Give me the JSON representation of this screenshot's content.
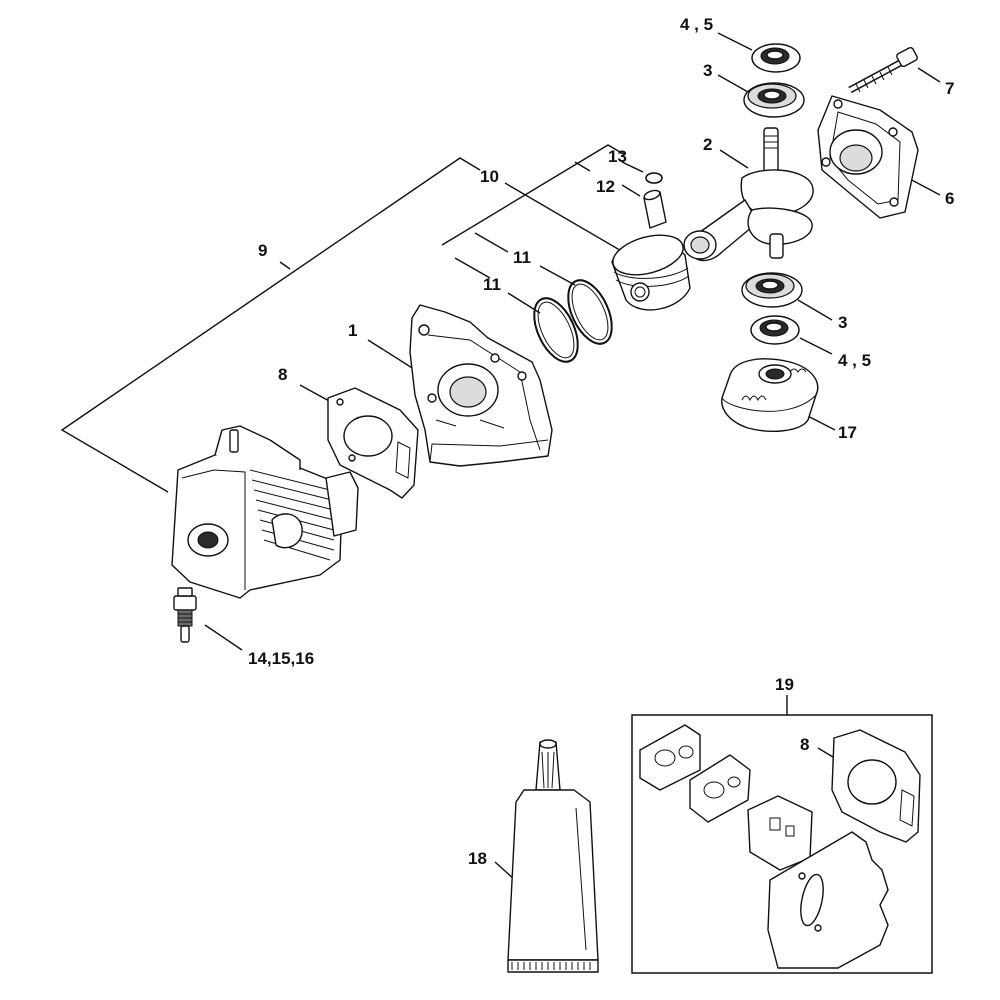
{
  "callouts": {
    "c1": "1",
    "c2": "2",
    "c3_top": "3",
    "c3_bottom": "3",
    "c45_top": "4 , 5",
    "c45_bottom": "4 , 5",
    "c6": "6",
    "c7": "7",
    "c8_main": "8",
    "c8_kit": "8",
    "c9": "9",
    "c10": "10",
    "c11_a": "11",
    "c11_b": "11",
    "c12": "12",
    "c13": "13",
    "c14_16": "14,15,16",
    "c17": "17",
    "c18": "18",
    "c19": "19"
  }
}
